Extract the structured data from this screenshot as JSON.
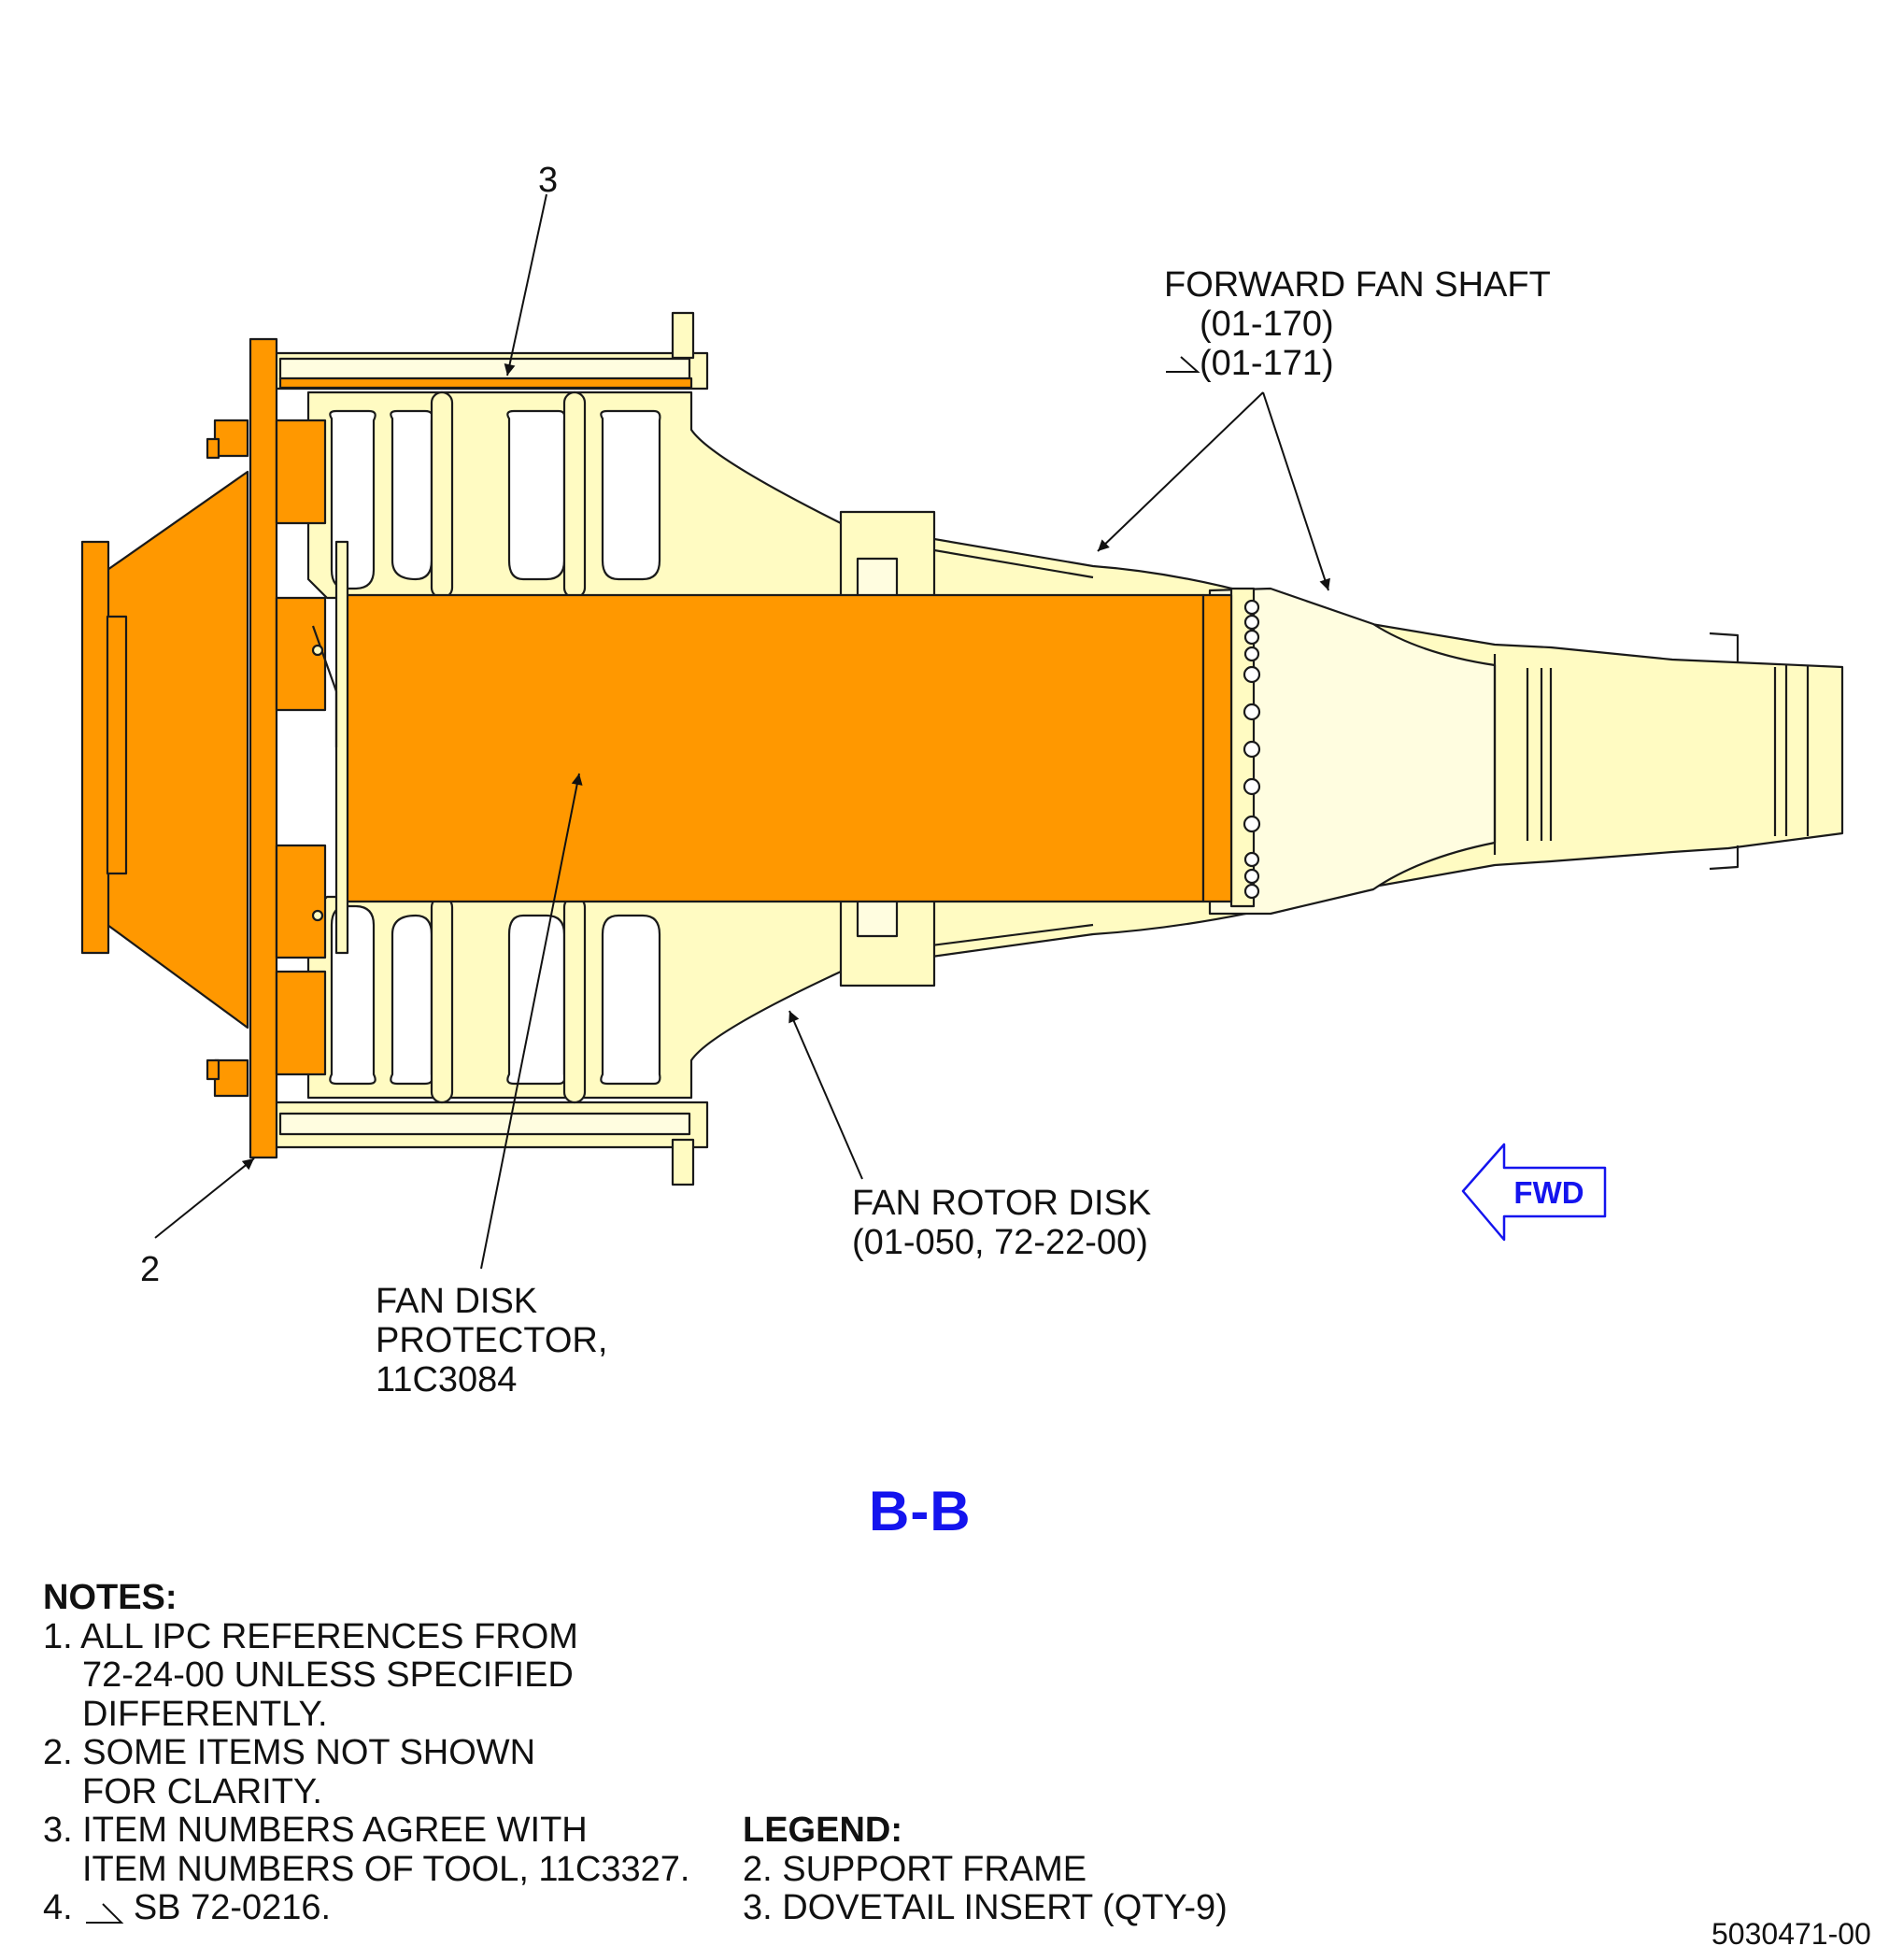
{
  "callouts": {
    "item3": "3",
    "item2": "2",
    "forward_fan_shaft": {
      "title": "FORWARD FAN SHAFT",
      "ref1": "(01-170)",
      "ref2": "(01-171)"
    },
    "fan_rotor_disk": {
      "line1": "FAN ROTOR DISK",
      "line2": "(01-050, 72-22-00)"
    },
    "fan_disk_protector": {
      "line1": "FAN DISK",
      "line2": "PROTECTOR,",
      "line3": "11C3084"
    }
  },
  "fwd_label": "FWD",
  "section_label": "B-B",
  "notes": {
    "header": "NOTES:",
    "n1_line1": "1. ALL IPC REFERENCES FROM",
    "n1_line2": "72-24-00 UNLESS SPECIFIED",
    "n1_line3": "DIFFERENTLY.",
    "n2_line1": "2. SOME ITEMS NOT SHOWN",
    "n2_line2": "FOR CLARITY.",
    "n3_line1": "3. ITEM NUMBERS AGREE WITH",
    "n3_line2": "ITEM NUMBERS OF TOOL, 11C3327.",
    "n4_prefix": "4.",
    "n4_text": "SB 72-0216."
  },
  "legend": {
    "header": "LEGEND:",
    "l2": "2. SUPPORT FRAME",
    "l3": "3. DOVETAIL INSERT (QTY-9)"
  },
  "document_number": "5030471-00",
  "colors": {
    "protector_orange": "#ff9800",
    "part_cream": "#fffbc2",
    "outline": "#1a1a1a",
    "accent_blue": "#1414ee"
  }
}
